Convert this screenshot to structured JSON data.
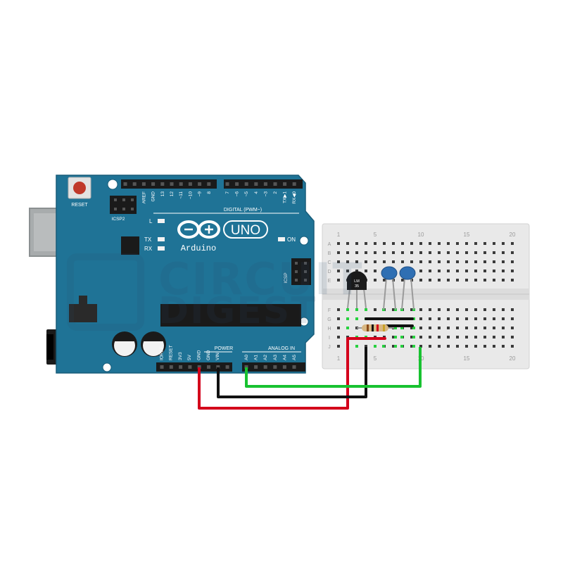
{
  "board": {
    "model": "UNO",
    "brand": "Arduino",
    "reset_label": "RESET",
    "icsp2_label": "ICSP2",
    "icsp_label": "ICSP",
    "led_l": "L",
    "led_tx": "TX",
    "led_rx": "RX",
    "led_on": "ON",
    "digital_label": "DIGITAL (PWM~)",
    "power_label": "POWER",
    "analog_label": "ANALOG IN",
    "top_pins": [
      "AREF",
      "GND",
      "13",
      "12",
      "~11",
      "~10",
      "~9",
      "8",
      "7",
      "~6",
      "~5",
      "4",
      "~3",
      "2",
      "TX▶1",
      "RX◀0"
    ],
    "power_pins": [
      "IOREF",
      "RESET",
      "3V3",
      "5V",
      "GND",
      "GND",
      "VIN"
    ],
    "analog_pins": [
      "A0",
      "A1",
      "A2",
      "A3",
      "A4",
      "A5"
    ],
    "board_color": "#1f7396"
  },
  "breadboard": {
    "column_numbers": [
      "1",
      "5",
      "10",
      "15",
      "20"
    ],
    "row_letters_top": [
      "A",
      "B",
      "C",
      "D",
      "E"
    ],
    "row_letters_bottom": [
      "F",
      "G",
      "H",
      "I",
      "J"
    ]
  },
  "sensor": {
    "label_line1": "LM",
    "label_line2": "35"
  },
  "wires": {
    "power_color": "#d4001b",
    "ground_color": "#111111",
    "signal_color": "#18c230"
  },
  "watermark": {
    "line1": "CIRCUIT",
    "line2": "DIGEST"
  }
}
